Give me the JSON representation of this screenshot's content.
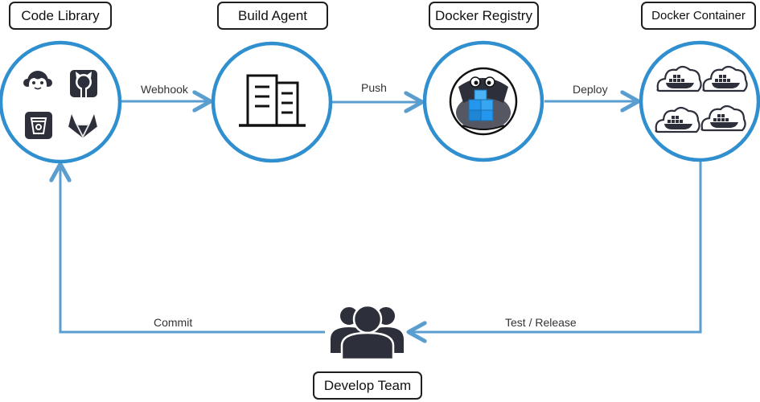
{
  "nodes": {
    "code_library": "Code Library",
    "build_agent": "Build Agent",
    "docker_registry": "Docker Registry",
    "docker_container": "Docker Container",
    "develop_team": "Develop Team"
  },
  "edges": {
    "webhook": "Webhook",
    "push": "Push",
    "deploy": "Deploy",
    "test_release": "Test / Release",
    "commit": "Commit"
  },
  "icons": {
    "code_library": [
      "monkey-icon",
      "github-icon",
      "bitbucket-icon",
      "gitlab-icon"
    ],
    "build_agent": "building-icon",
    "docker_registry": "registry-crab-icon",
    "docker_container": "docker-cloud-icon",
    "develop_team": "team-icon"
  },
  "colors": {
    "accent": "#2f8fcf",
    "arrow": "#5a9ed0",
    "icon_dark": "#2d2f3a",
    "box_border": "#1f1f1f"
  }
}
